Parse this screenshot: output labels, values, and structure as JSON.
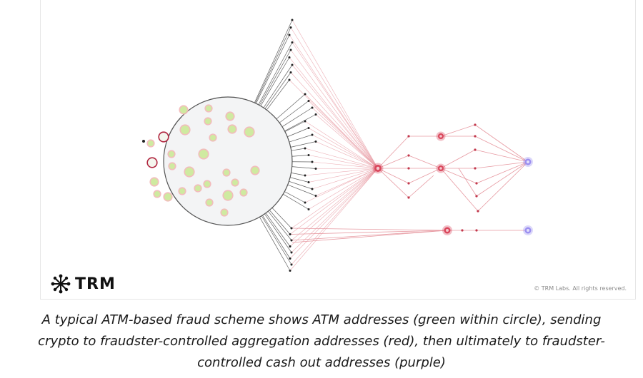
{
  "diagram": {
    "brand_name": "TRM",
    "copyright": "© TRM Labs. All rights reserved.",
    "colors": {
      "atm_fill": "#cfeaa0",
      "atm_ring": "#f2b6b6",
      "aggregation_red": "#d9465b",
      "cashout_purple": "#9b8ff0",
      "edge_red": "#e79aa2",
      "edge_dark": "#2b2b2b",
      "circle_fill": "#f3f4f5"
    }
  },
  "caption": "A typical ATM-based fraud scheme shows ATM addresses (green within circle), sending crypto to fraudster-controlled aggregation addresses (red), then ultimately to fraudster-controlled cash out addresses (purple)"
}
